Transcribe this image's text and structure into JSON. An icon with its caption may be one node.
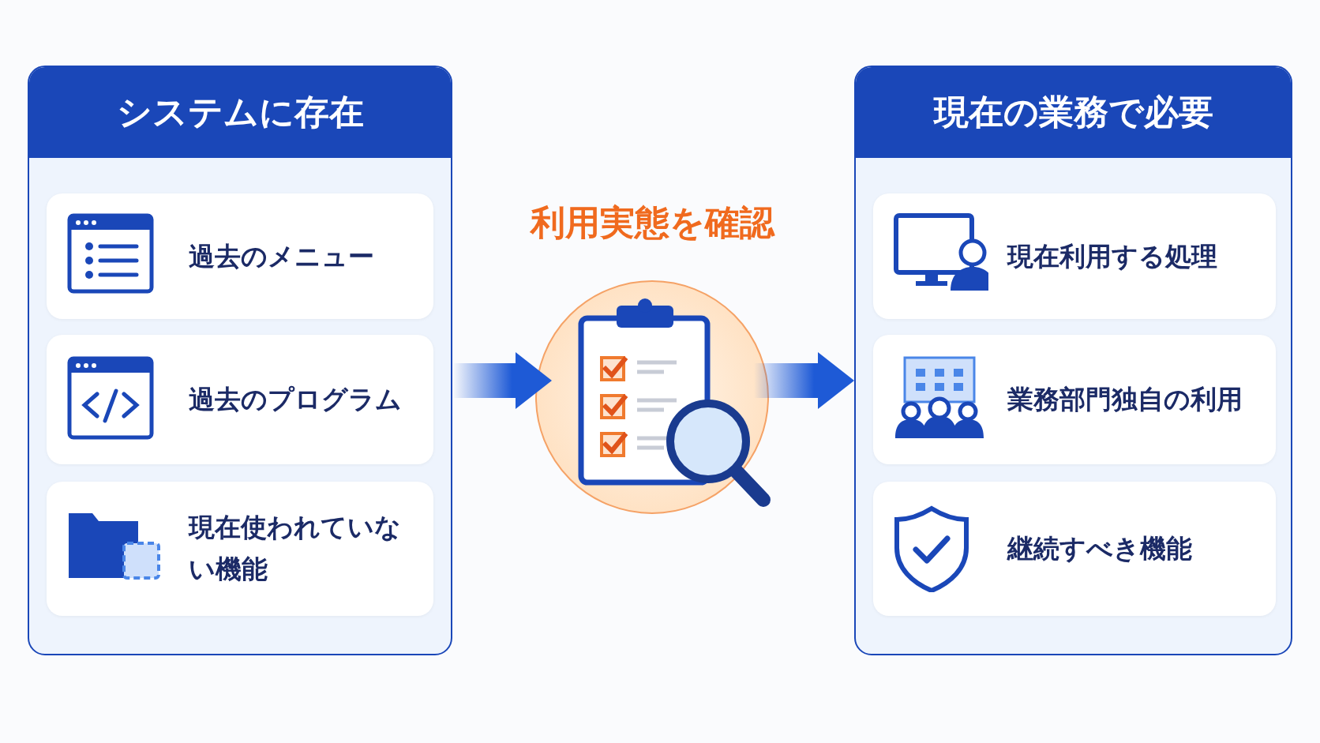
{
  "diagram": {
    "nodes": [
      {
        "text": [
          "システムに存在"
        ]
      },
      {
        "text": [
          "過去のメニュー"
        ],
        "in": 0
      },
      {
        "text": [
          "過去のプログラム"
        ],
        "in": 0
      },
      {
        "text": [
          "現在使われていない機能"
        ],
        "in": 0
      },
      {
        "text": [
          "利用実態を確認"
        ]
      },
      {
        "text": [
          "現在の業務で必要"
        ]
      },
      {
        "text": [
          "現在利用する処理"
        ],
        "in": 5
      },
      {
        "text": [
          "業務部門独自の利用"
        ],
        "in": 5
      },
      {
        "text": [
          "継続すべき機能"
        ],
        "in": 5
      }
    ],
    "edges": [
      {
        "from": 0,
        "to": 4,
        "arrow": "to"
      },
      {
        "from": 4,
        "to": 5,
        "arrow": "to"
      }
    ]
  }
}
